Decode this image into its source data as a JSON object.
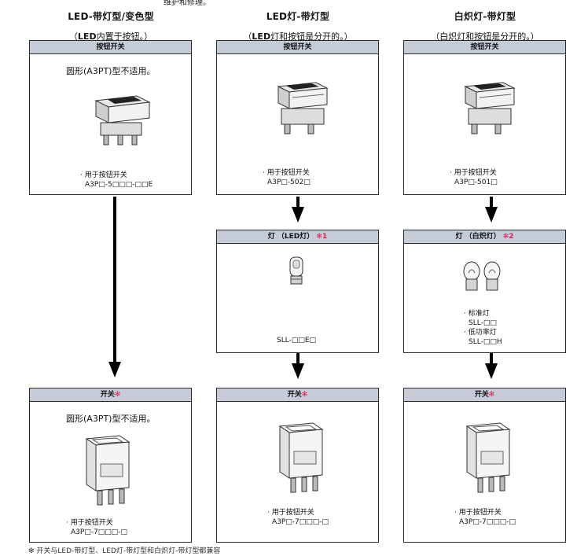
{
  "top_note": "维护和修理。",
  "columns": [
    {
      "title": "LED-带灯型/变色型",
      "subtitle_bold": "LED",
      "subtitle_rest": "内置于按钮。）",
      "subtitle_prefix": "（"
    },
    {
      "title": "LED灯-带灯型",
      "subtitle_bold": "LED",
      "subtitle_rest": "灯和按钮是分开的。）",
      "subtitle_prefix": "（"
    },
    {
      "title": "白炽灯-带灯型",
      "subtitle_bold": "",
      "subtitle_rest": "白炽灯和按钮是分开的。）",
      "subtitle_prefix": "（"
    }
  ],
  "button_boxes": [
    {
      "header": "按钮开关",
      "note": "圆形(A3PT)型不适用。",
      "item_line1": "· 用于按钮开关",
      "item_line2": "A3P□-5□□□-□□E"
    },
    {
      "header": "按钮开关",
      "note": "",
      "item_line1": "· 用于按钮开关",
      "item_line2": "A3P□-502□"
    },
    {
      "header": "按钮开关",
      "note": "",
      "item_line1": "· 用于按钮开关",
      "item_line2": "A3P□-501□"
    }
  ],
  "lamp_boxes": [
    {
      "header": "灯 （LED灯）",
      "mark": "✻1",
      "model": "SLL-□□E□"
    },
    {
      "header": "灯 （白炽灯）",
      "mark": "✻2",
      "line1": "· 标准灯",
      "line2": "SLL-□□",
      "line3": "· 低功率灯",
      "line4": "SLL-□□H"
    }
  ],
  "switch_boxes": [
    {
      "header": "开关",
      "mark": "✻",
      "note": "圆形(A3PT)型不适用。",
      "item_line1": "· 用于按钮开关",
      "item_line2": "A3P□-7□□□-□"
    },
    {
      "header": "开关",
      "mark": "✻",
      "note": "",
      "item_line1": "· 用于按钮开关",
      "item_line2": "A3P□-7□□□-□"
    },
    {
      "header": "开关",
      "mark": "✻",
      "note": "",
      "item_line1": "· 用于按钮开关",
      "item_line2": "A3P□-7□□□-□"
    }
  ],
  "footer_note": "✻ 开关与LED-带灯型、LED灯-带灯型和白炽灯-带灯型都兼容"
}
